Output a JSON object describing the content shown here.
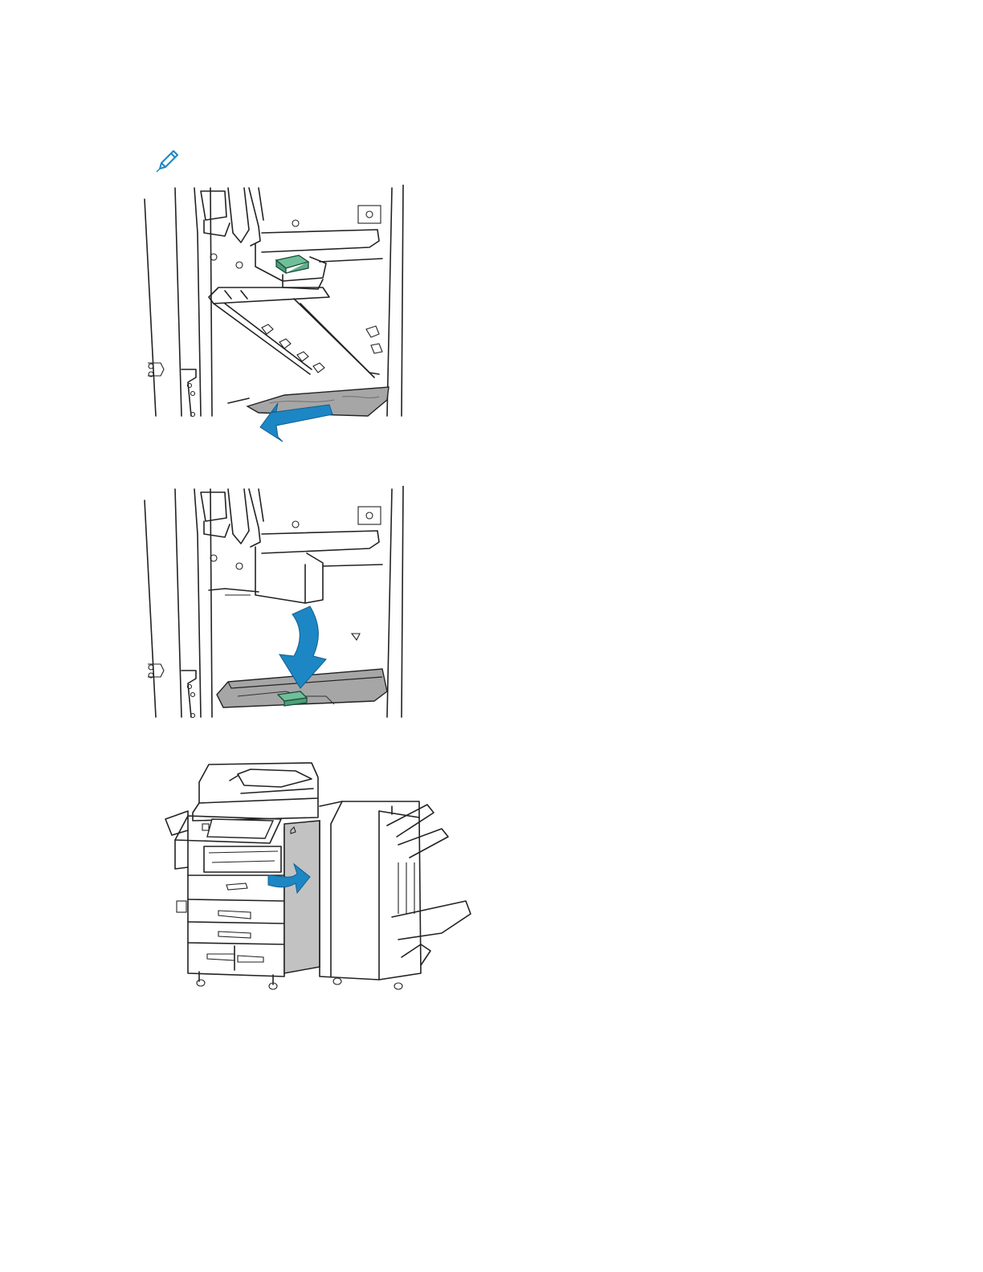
{
  "page": {
    "note_icon": "pencil-note-icon",
    "colors": {
      "accent_blue": "#1d86c4",
      "latch_green": "#6fbf99",
      "paper_gray": "#a6a6a6",
      "panel_gray": "#c2c2c2"
    },
    "figures": [
      {
        "name": "jam-removal-figure",
        "arrow": "pull-out-arrow"
      },
      {
        "name": "lower-guide-figure",
        "arrow": "press-down-arrow"
      },
      {
        "name": "close-front-door-figure",
        "arrow": "close-door-arrow"
      }
    ]
  }
}
